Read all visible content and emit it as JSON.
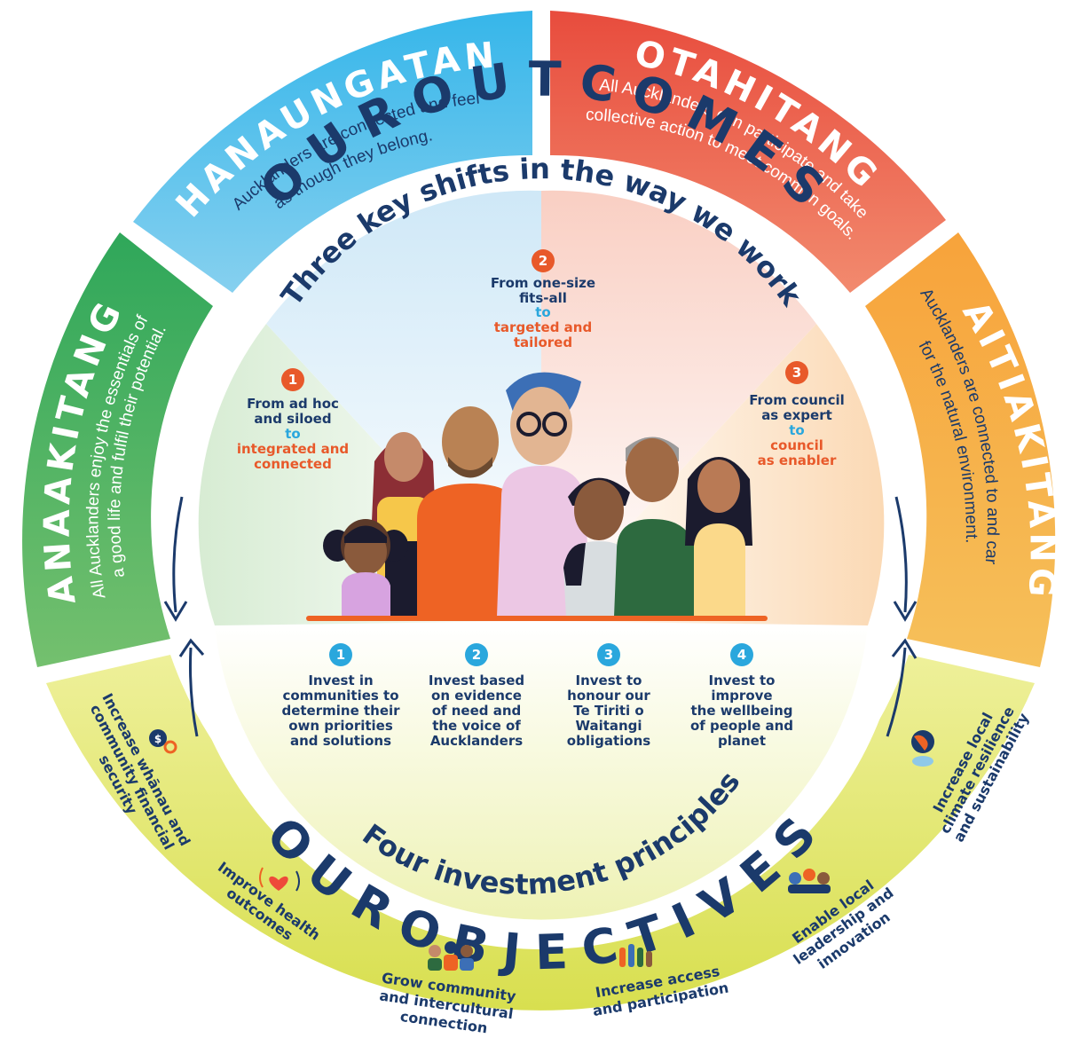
{
  "outcomes": {
    "whanaungatanga": {
      "title": "WHANAUNGATANGA",
      "line1": "Aucklanders are connected and feel",
      "line2": "as though they belong.",
      "color": "#2aa7dd"
    },
    "kotahitanga": {
      "title": "KOTAHITANGA",
      "line1": "All Aucklanders can participate and take",
      "line2": "collective action to meet common goals.",
      "color": "#ea5d47"
    },
    "kaitiakitanga": {
      "title": "KAITIAKITANGA",
      "line1": "Aucklanders are connected to and care",
      "line2": "for the natural environment.",
      "color": "#f5a33c"
    },
    "manaakitanga": {
      "title": "MANAAKITANGA",
      "line1": "All Aucklanders enjoy the essentials of",
      "line2": "a good life and fulfil their potential.",
      "color": "#3bab5a"
    }
  },
  "ring": {
    "our_outcomes": "O U R   O U T C O M E S",
    "our_objectives": "O U R   O B J E C T I V E S"
  },
  "shifts": {
    "heading": "Three key shifts in the way we work",
    "items": [
      {
        "num": "1",
        "from1": "From ad hoc",
        "from2": "and siloed",
        "to": "to",
        "target1": "integrated and",
        "target2": "connected"
      },
      {
        "num": "2",
        "from1": "From one-size",
        "from2": "fits-all",
        "to": "to",
        "target1": "targeted and",
        "target2": "tailored"
      },
      {
        "num": "3",
        "from1": "From council",
        "from2": "as expert",
        "to": "to",
        "target1": "council",
        "target2": "as enabler"
      }
    ]
  },
  "principles": {
    "heading": "Four investment principles",
    "items": [
      {
        "num": "1",
        "lines": [
          "Invest in",
          "communities to",
          "determine their",
          "own priorities",
          "and solutions"
        ]
      },
      {
        "num": "2",
        "lines": [
          "Invest based",
          "on evidence",
          "of need and",
          "the voice of",
          "Aucklanders"
        ]
      },
      {
        "num": "3",
        "lines": [
          "Invest to",
          "honour our",
          "Te Tiriti o",
          "Waitangi",
          "obligations"
        ]
      },
      {
        "num": "4",
        "lines": [
          "Invest to",
          "improve",
          "the wellbeing",
          "of people and",
          "planet"
        ]
      }
    ]
  },
  "objectives": [
    {
      "lines": [
        "Increase whānau and",
        "community financial",
        "security"
      ],
      "icon": "money-icon"
    },
    {
      "lines": [
        "Improve health",
        "outcomes"
      ],
      "icon": "heart-icon"
    },
    {
      "lines": [
        "Grow community",
        "and intercultural",
        "connection"
      ],
      "icon": "people-icon"
    },
    {
      "lines": [
        "Increase access",
        "and participation"
      ],
      "icon": "hands-icon"
    },
    {
      "lines": [
        "Enable local",
        "leadership and",
        "innovation"
      ],
      "icon": "leaders-icon"
    },
    {
      "lines": [
        "Increase local",
        "climate resilience",
        "and sustainability"
      ],
      "icon": "globe-icon"
    }
  ],
  "colors": {
    "navy": "#1b3a6b",
    "orange": "#e8592a",
    "blue": "#2aa7dd",
    "objectives_band": "#d9e05a"
  }
}
